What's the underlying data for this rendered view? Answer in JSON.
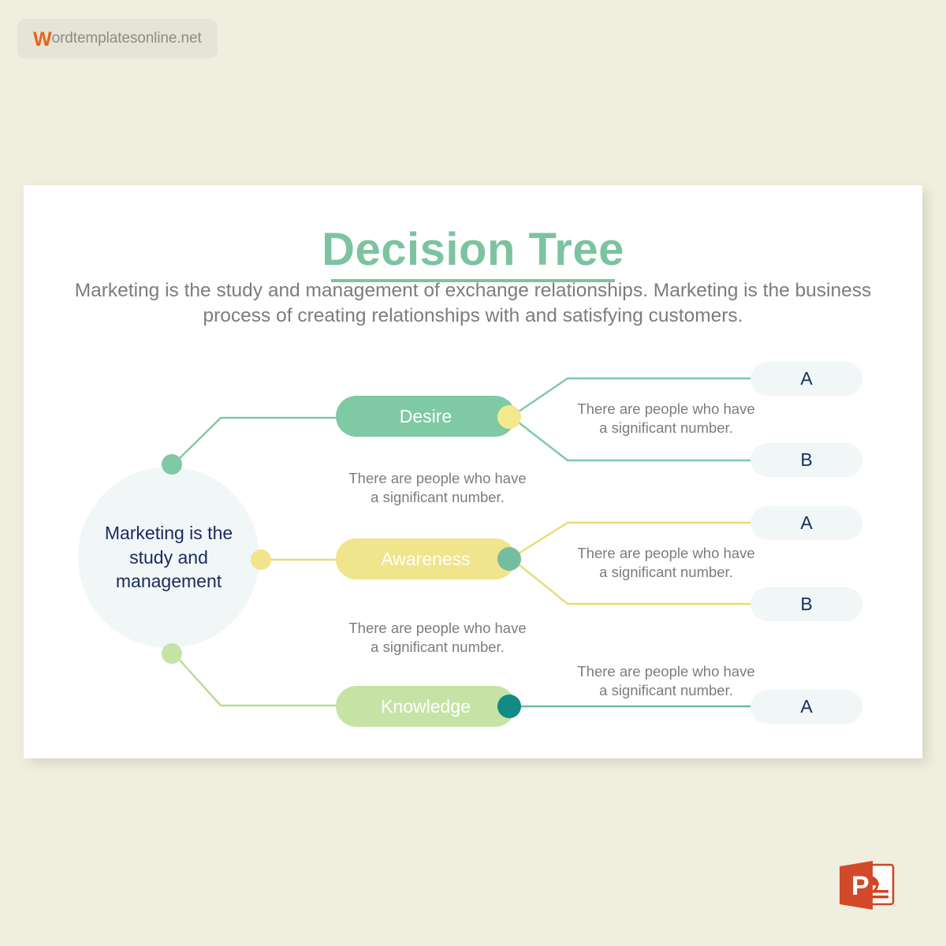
{
  "watermark": {
    "initial": "W",
    "rest": "ordtemplatesonline.net"
  },
  "slide": {
    "title": "Decision Tree",
    "subtitle": "Marketing is the study and management of exchange relationships. Marketing is the business process of creating relationships with and satisfying customers.",
    "root_label": "Marketing is the study and management",
    "descriptor": "There are people who have\na significant number.",
    "branches": [
      {
        "label": "Desire",
        "pill_color": "#7fc9a5",
        "dot_color": "#f4e88e",
        "line_color": "#7fc9a5",
        "leaves": [
          "A",
          "B"
        ]
      },
      {
        "label": "Awareness",
        "pill_color": "#f0e48c",
        "dot_color": "#74bda0",
        "line_color": "#e8dc72",
        "leaves": [
          "A",
          "B"
        ]
      },
      {
        "label": "Knowledge",
        "pill_color": "#c6e3a5",
        "dot_color": "#128b84",
        "line_color": "#7fc9a5",
        "leaves": [
          "A"
        ]
      }
    ],
    "captions": {
      "desire_branch": "There are people who have\na significant number.",
      "awareness_branch": "There are people who have\na significant number.",
      "knowledge_branch": "There are people who have\na significant number.",
      "root_upper": "There are people who have\na significant number.",
      "root_lower": "There are people who have\na significant number."
    },
    "colors": {
      "title": "#7cc3a0",
      "subtitle": "#7c7c7c",
      "root_circle_bg": "#f1f6f7",
      "root_text": "#1b2a5e",
      "leaf_bg": "#f1f6f7",
      "leaf_text": "#1b2a5e",
      "canvas_bg": "#f0efdf",
      "card_bg": "#ffffff"
    }
  },
  "badges": {
    "powerpoint": "powerpoint-file-icon"
  }
}
